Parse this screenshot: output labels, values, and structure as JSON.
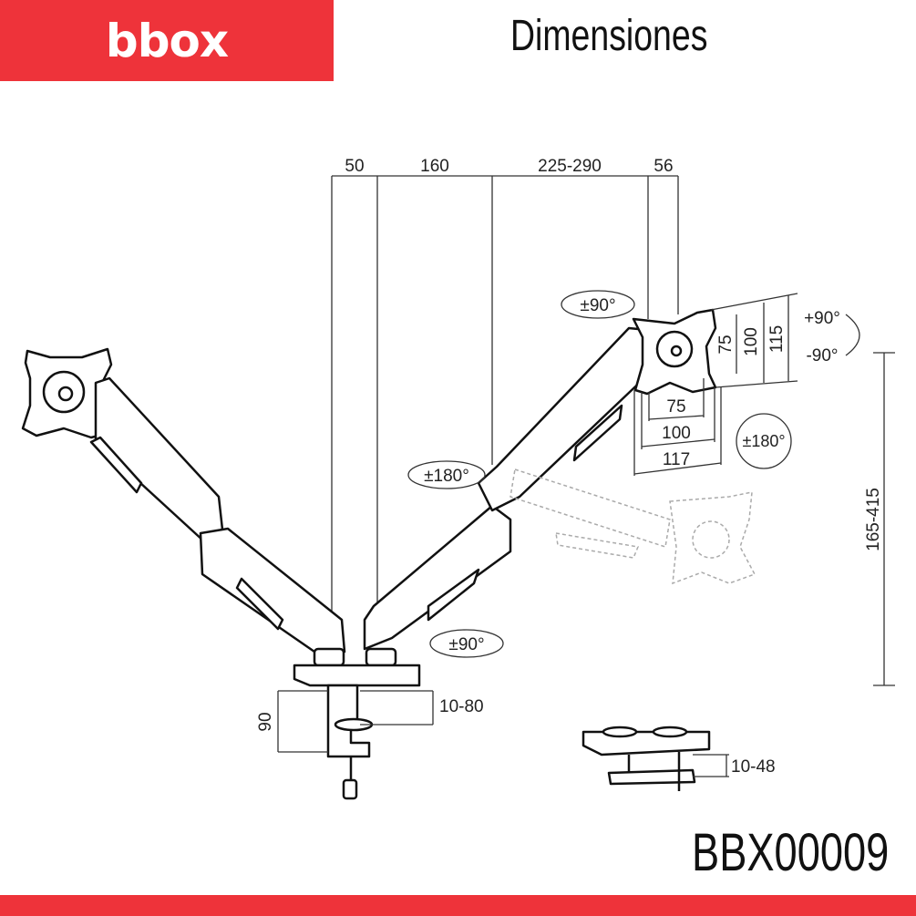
{
  "header": {
    "logo": "bbox",
    "title": "Dimensiones"
  },
  "footer": {
    "product_code": "BBX00009"
  },
  "colors": {
    "brand_red": "#ee333a"
  },
  "dimensions": {
    "top": [
      "50",
      "160",
      "225-290",
      "56"
    ],
    "vesa_vertical": [
      "75",
      "100",
      "115"
    ],
    "vesa_horizontal": [
      "75",
      "100",
      "117"
    ],
    "height_range": "165-415",
    "clamp_height": "90",
    "clamp_range": "10-80",
    "grommet_range": "10-48"
  },
  "rotations": {
    "tilt_top": "±90°",
    "tilt_up": "+90°",
    "tilt_down": "-90°",
    "rotate_plate": "±180°",
    "swivel_arm": "±180°",
    "swivel_base": "±90°"
  }
}
